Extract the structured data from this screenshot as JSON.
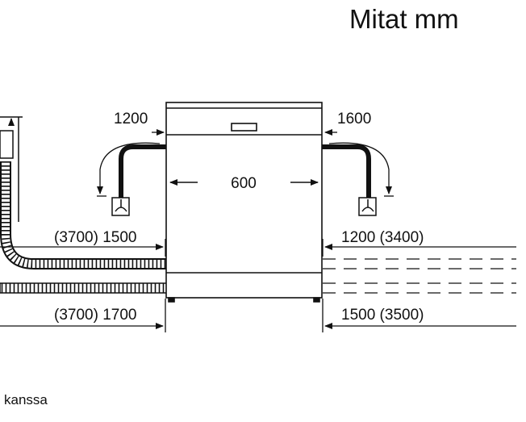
{
  "title": "Mitat mm",
  "footer_text": "kanssa",
  "dimensions": {
    "width": "600",
    "left_drain_height": "1200",
    "right_drain_height": "1600",
    "left_upper_hose": "(3700) 1500",
    "right_upper_hose": "1200 (3400)",
    "left_lower_hose": "(3700) 1700",
    "right_lower_hose": "1500 (3500)"
  },
  "icons": [
    "tap-connector-icon",
    "tap-connector-icon"
  ]
}
